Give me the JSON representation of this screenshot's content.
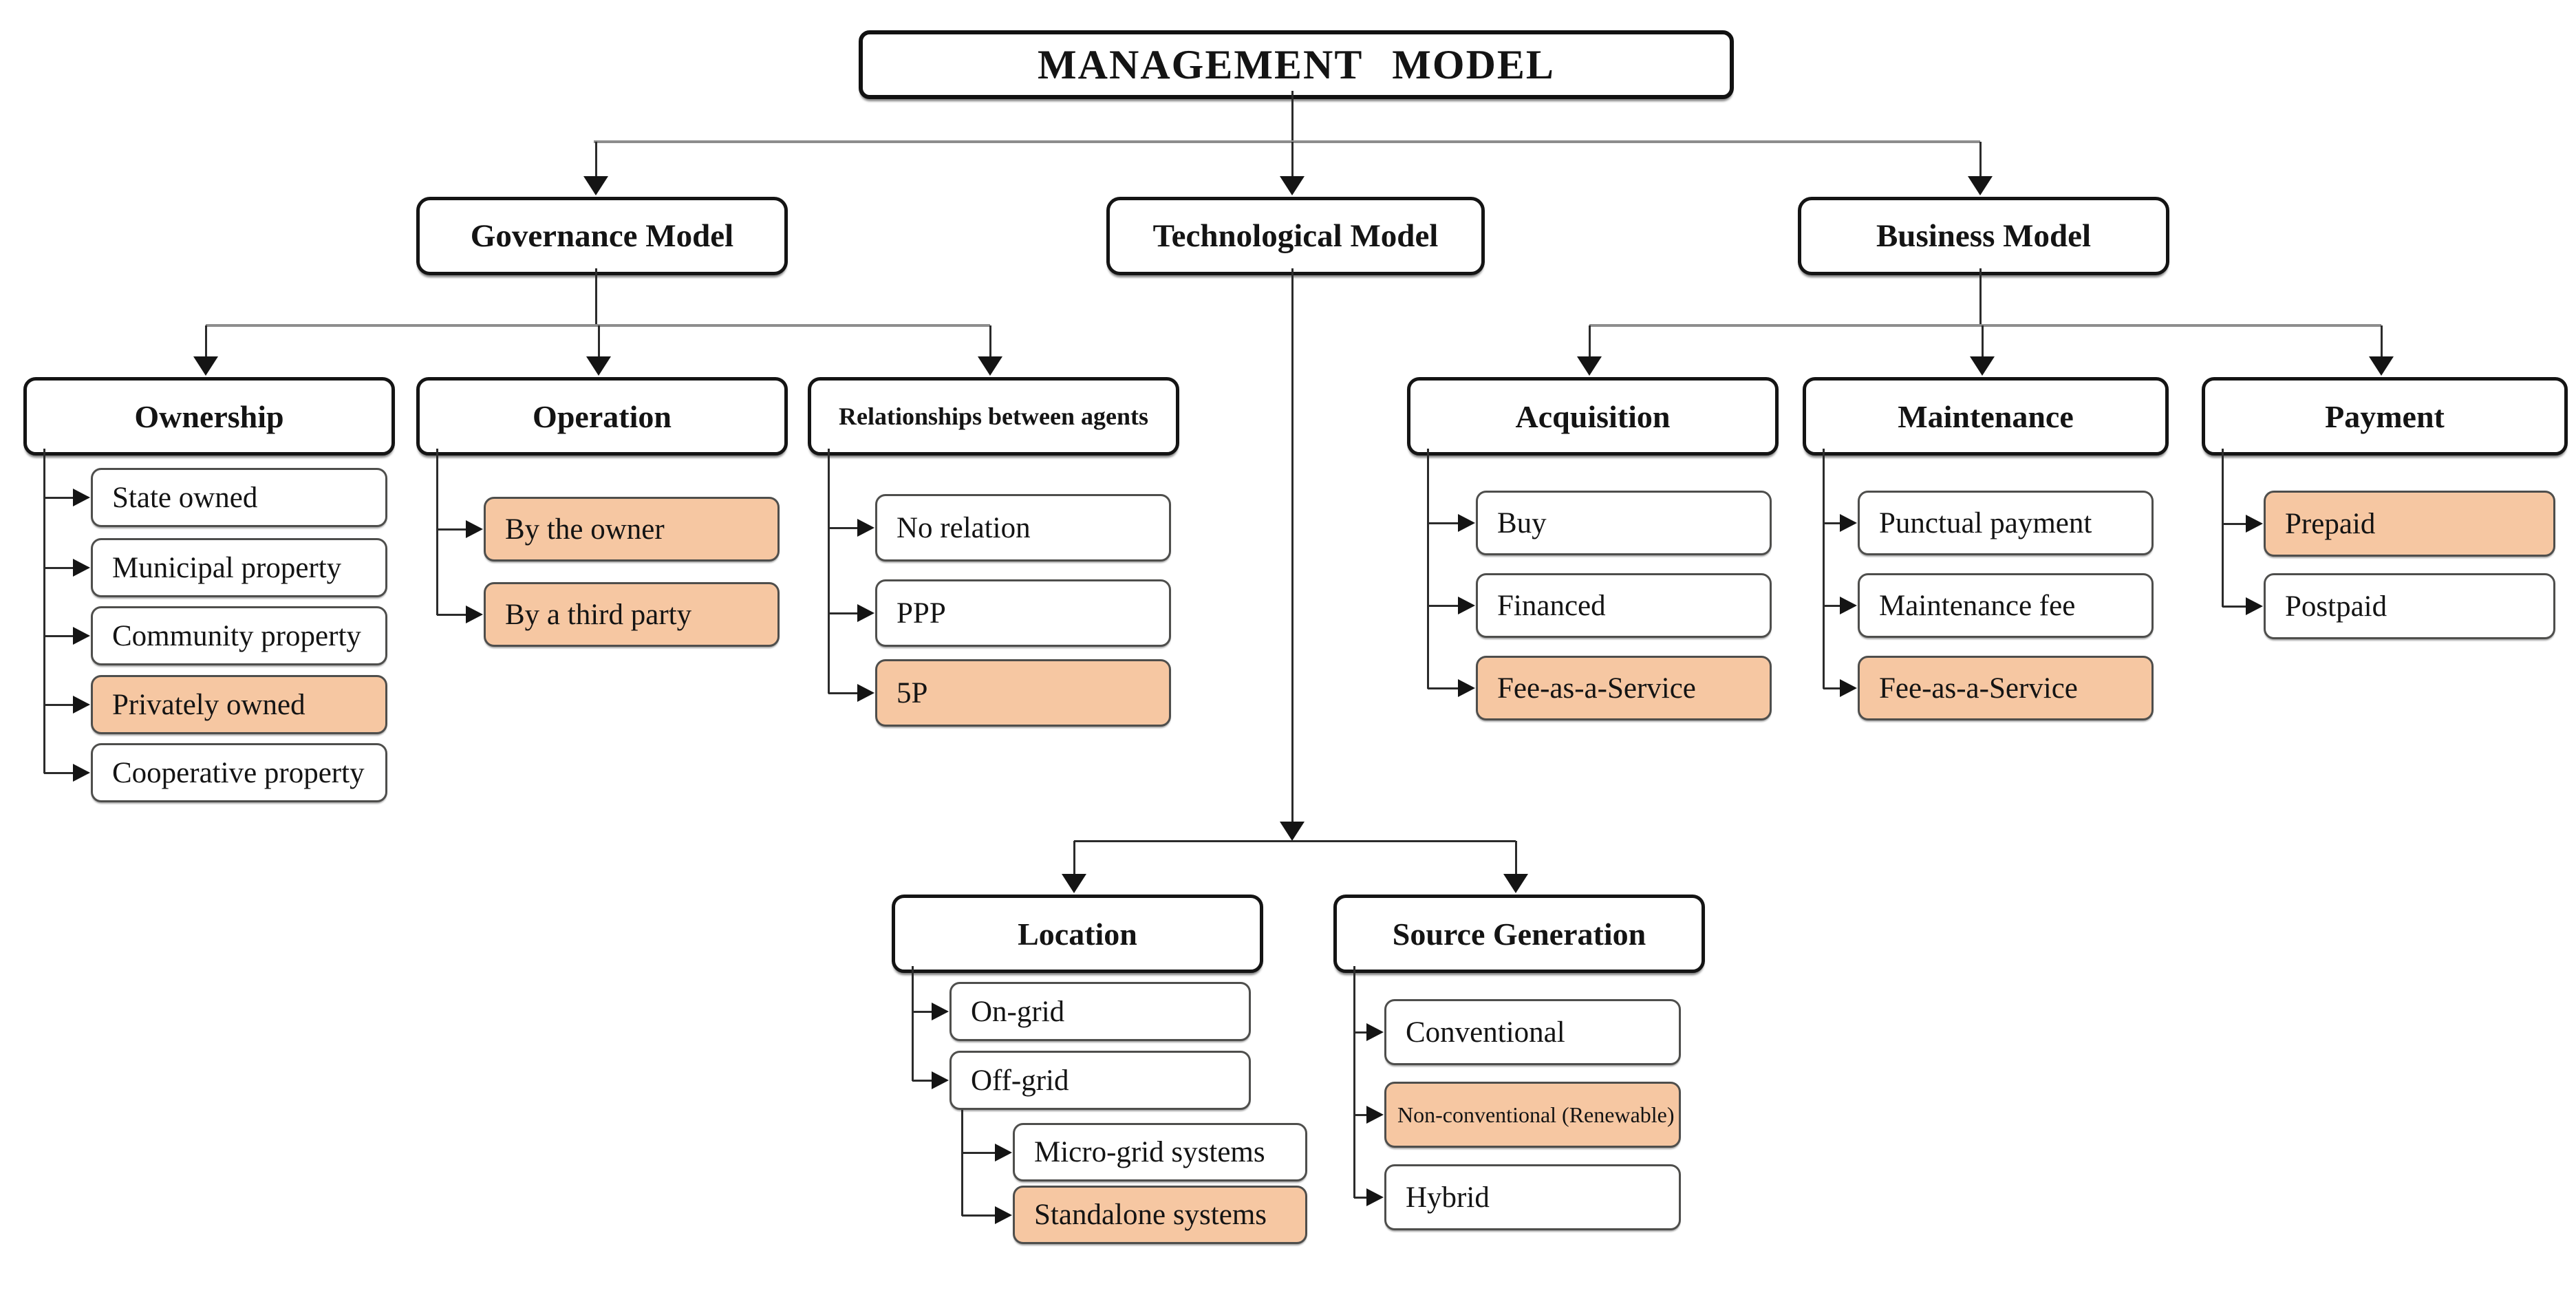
{
  "diagram": {
    "title": "MANAGEMENT MODEL",
    "colors": {
      "highlight_fill": "#F6C7A2",
      "node_border": "#141414",
      "item_border": "#4e4e4c",
      "connector": "#2b2b2b",
      "fan_connector": "#8d8d8d"
    },
    "branches": [
      {
        "label": "Governance Model",
        "columns": [
          {
            "label": "Ownership",
            "items": [
              {
                "label": "State owned",
                "highlighted": false
              },
              {
                "label": "Municipal property",
                "highlighted": false
              },
              {
                "label": "Community property",
                "highlighted": false
              },
              {
                "label": "Privately owned",
                "highlighted": true
              },
              {
                "label": "Cooperative property",
                "highlighted": false
              }
            ]
          },
          {
            "label": "Operation",
            "items": [
              {
                "label": "By the owner",
                "highlighted": true
              },
              {
                "label": "By a third party",
                "highlighted": true
              }
            ]
          },
          {
            "label": "Relationships between agents",
            "items": [
              {
                "label": "No relation",
                "highlighted": false
              },
              {
                "label": "PPP",
                "highlighted": false
              },
              {
                "label": "5P",
                "highlighted": true
              }
            ]
          }
        ]
      },
      {
        "label": "Technological Model",
        "columns": [
          {
            "label": "Location",
            "items": [
              {
                "label": "On-grid",
                "highlighted": false
              },
              {
                "label": "Off-grid",
                "highlighted": false,
                "children": [
                  {
                    "label": "Micro-grid systems",
                    "highlighted": false
                  },
                  {
                    "label": "Standalone systems",
                    "highlighted": true
                  }
                ]
              }
            ]
          },
          {
            "label": "Source Generation",
            "items": [
              {
                "label": "Conventional",
                "highlighted": false
              },
              {
                "label": "Non-conventional (Renewable)",
                "highlighted": true
              },
              {
                "label": "Hybrid",
                "highlighted": false
              }
            ]
          }
        ]
      },
      {
        "label": "Business Model",
        "columns": [
          {
            "label": "Acquisition",
            "items": [
              {
                "label": "Buy",
                "highlighted": false
              },
              {
                "label": "Financed",
                "highlighted": false
              },
              {
                "label": "Fee-as-a-Service",
                "highlighted": true
              }
            ]
          },
          {
            "label": "Maintenance",
            "items": [
              {
                "label": "Punctual payment",
                "highlighted": false
              },
              {
                "label": "Maintenance fee",
                "highlighted": false
              },
              {
                "label": "Fee-as-a-Service",
                "highlighted": true
              }
            ]
          },
          {
            "label": "Payment",
            "items": [
              {
                "label": "Prepaid",
                "highlighted": true
              },
              {
                "label": "Postpaid",
                "highlighted": false
              }
            ]
          }
        ]
      }
    ]
  }
}
